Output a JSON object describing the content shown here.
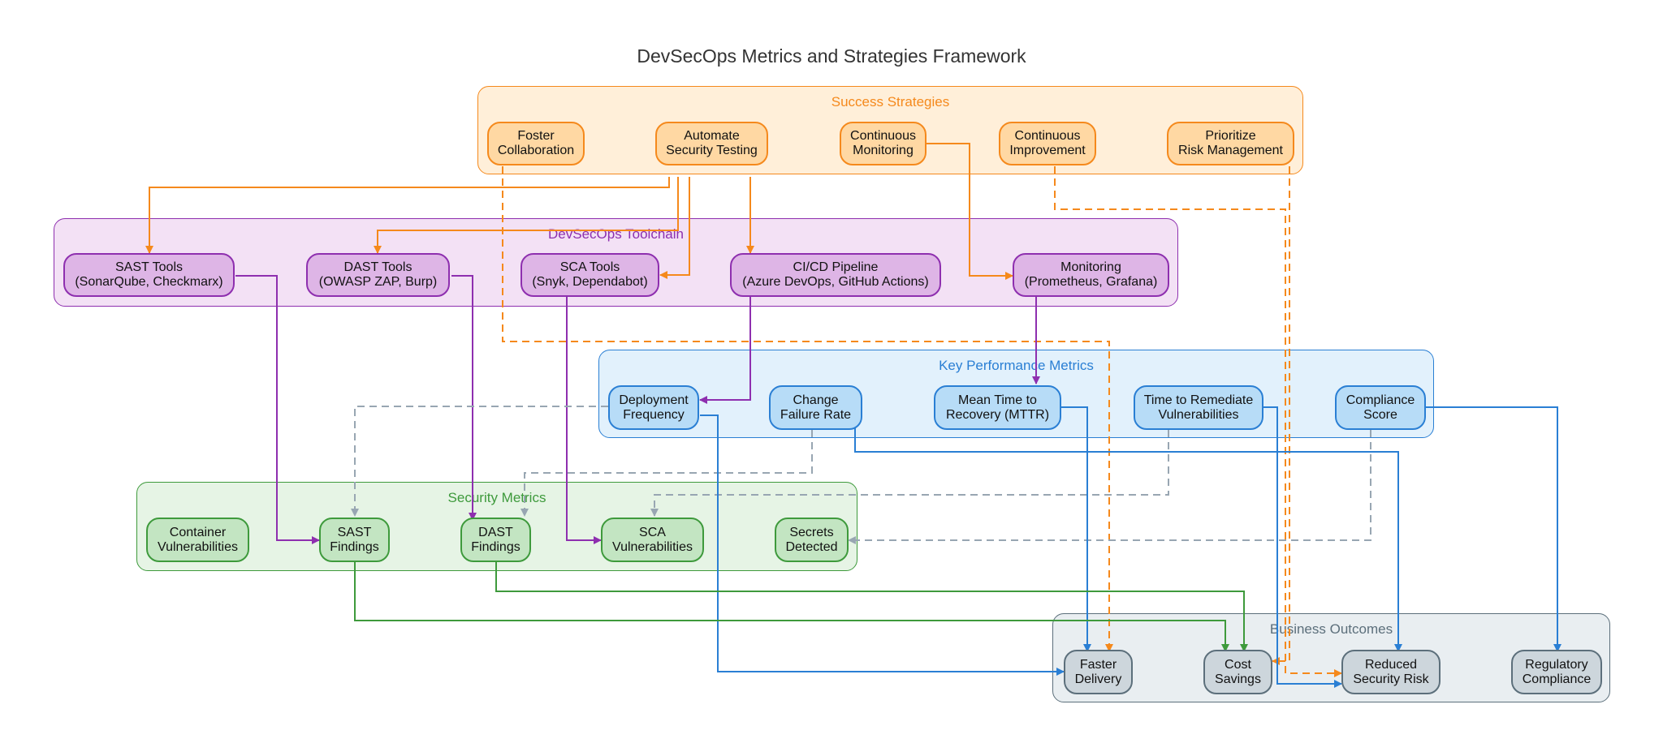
{
  "title": "DevSecOps Metrics and Strategies Framework",
  "colors": {
    "strategies_fill": "#FFEFD9",
    "strategies_border": "#F5891C",
    "strategies_node": "#FFD8A3",
    "toolchain_fill": "#F3E1F5",
    "toolchain_border": "#8E2FAF",
    "toolchain_node": "#DEB5E6",
    "kpi_fill": "#E2F1FC",
    "kpi_border": "#2A7FD4",
    "kpi_node": "#B7DCF7",
    "secmetrics_fill": "#E6F4E5",
    "secmetrics_border": "#3E9A3C",
    "secmetrics_node": "#C3E5C2",
    "outcomes_fill": "#E9EEF1",
    "outcomes_border": "#5C6F7B",
    "outcomes_node": "#CDD6DC",
    "dashed_gray": "#98A6B2"
  },
  "clusters": {
    "strategies": {
      "label": "Success Strategies"
    },
    "toolchain": {
      "label": "DevSecOps Toolchain"
    },
    "kpi": {
      "label": "Key Performance Metrics"
    },
    "secmetrics": {
      "label": "Security Metrics"
    },
    "outcomes": {
      "label": "Business Outcomes"
    }
  },
  "nodes": {
    "foster": "Foster\nCollaboration",
    "automate": "Automate\nSecurity Testing",
    "contmon": "Continuous\nMonitoring",
    "contimp": "Continuous\nImprovement",
    "prioritize": "Prioritize\nRisk Management",
    "sast_tools": "SAST Tools\n(SonarQube, Checkmarx)",
    "dast_tools": "DAST Tools\n(OWASP ZAP, Burp)",
    "sca_tools": "SCA Tools\n(Snyk, Dependabot)",
    "cicd": "CI/CD Pipeline\n(Azure DevOps, GitHub Actions)",
    "monitoring": "Monitoring\n(Prometheus, Grafana)",
    "deploy_freq": "Deployment\nFrequency",
    "change_fail": "Change\nFailure Rate",
    "mttr": "Mean Time to\nRecovery (MTTR)",
    "ttr_vuln": "Time to Remediate\nVulnerabilities",
    "compliance": "Compliance\nScore",
    "container_vuln": "Container\nVulnerabilities",
    "sast_findings": "SAST\nFindings",
    "dast_findings": "DAST\nFindings",
    "sca_vuln": "SCA\nVulnerabilities",
    "secrets": "Secrets\nDetected",
    "faster_delivery": "Faster\nDelivery",
    "cost_savings": "Cost\nSavings",
    "reduced_risk": "Reduced\nSecurity Risk",
    "reg_compliance": "Regulatory\nCompliance"
  }
}
